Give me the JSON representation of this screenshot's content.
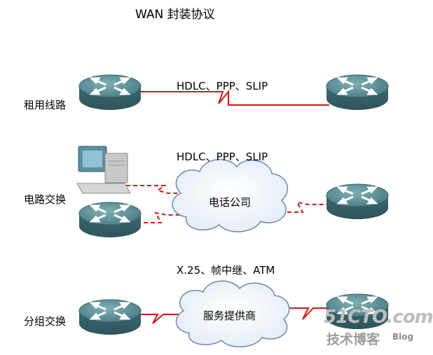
{
  "title": "WAN 封装协议",
  "rows": [
    {
      "label": "租用线路",
      "protocols": "HDLC、PPP、SLIP"
    },
    {
      "label": "电路交换",
      "protocols": "HDLC、PPP、SLIP",
      "cloud": "电话公司"
    },
    {
      "label": "分组交换",
      "protocols": "X.25、帧中继、ATM",
      "cloud": "服务提供商"
    }
  ],
  "watermark": {
    "main": "51CTO.com",
    "sub": "技术博客",
    "blog": "Blog"
  },
  "colors": {
    "link": "#d11a1a",
    "router_top": "#5d8c93",
    "router_side": "#3f6a72",
    "cloud_stroke": "#6a8ab0"
  }
}
